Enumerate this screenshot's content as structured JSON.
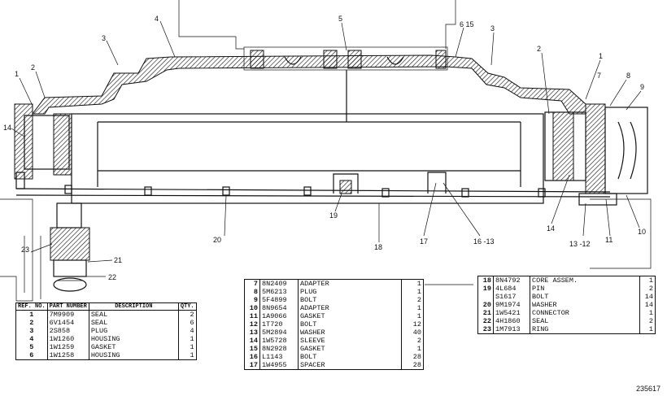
{
  "callouts": {
    "c1a": "1",
    "c2a": "2",
    "c3a": "3",
    "c4": "4",
    "c5": "5",
    "c6": "6 15",
    "c3b": "3",
    "c2b": "2",
    "c1b": "1",
    "c7": "7",
    "c8": "8",
    "c9": "9",
    "c14a": "14",
    "c14b": "14",
    "c20": "20",
    "c19": "19",
    "c18": "18",
    "c17": "17",
    "c16": "16 -13",
    "c13": "13 -12",
    "c11": "11",
    "c10": "10",
    "c23": "23",
    "c21": "21",
    "c22": "22"
  },
  "table_a": {
    "headers": [
      "REF. NO.",
      "PART NUMBER",
      "DESCRIPTION",
      "QTY."
    ],
    "rows": [
      {
        "ref": "1",
        "part": "7M9909",
        "desc": "SEAL",
        "qty": "2"
      },
      {
        "ref": "2",
        "part": "6V1454",
        "desc": "SEAL",
        "qty": "6"
      },
      {
        "ref": "3",
        "part": "2S858",
        "desc": "PLUG",
        "qty": "4"
      },
      {
        "ref": "4",
        "part": "1W1260",
        "desc": "HOUSING",
        "qty": "1"
      },
      {
        "ref": "5",
        "part": "1W1259",
        "desc": "GASKET",
        "qty": "1"
      },
      {
        "ref": "6",
        "part": "1W1258",
        "desc": "HOUSING",
        "qty": "1"
      }
    ]
  },
  "table_b": {
    "rows": [
      {
        "ref": "7",
        "part": "8N2409",
        "desc": "ADAPTER",
        "qty": "1"
      },
      {
        "ref": "8",
        "part": "5M6213",
        "desc": "PLUG",
        "qty": "1"
      },
      {
        "ref": "9",
        "part": "5F4899",
        "desc": "BOLT",
        "qty": "2"
      },
      {
        "ref": "10",
        "part": "8N9654",
        "desc": "ADAPTER",
        "qty": "1"
      },
      {
        "ref": "11",
        "part": "1A9066",
        "desc": "GASKET",
        "qty": "1"
      },
      {
        "ref": "12",
        "part": "1T720",
        "desc": "BOLT",
        "qty": "12"
      },
      {
        "ref": "13",
        "part": "5M2894",
        "desc": "WASHER",
        "qty": "40"
      },
      {
        "ref": "14",
        "part": "1W5728",
        "desc": "SLEEVE",
        "qty": "2"
      },
      {
        "ref": "15",
        "part": "8N2928",
        "desc": "GASKET",
        "qty": "1"
      },
      {
        "ref": "16",
        "part": "L1143",
        "desc": "BOLT",
        "qty": "28"
      },
      {
        "ref": "17",
        "part": "1W4955",
        "desc": "SPACER",
        "qty": "28"
      }
    ]
  },
  "table_c": {
    "rows": [
      {
        "ref": "18",
        "part": "8N4792",
        "desc": "CORE ASSEM.",
        "qty": "1"
      },
      {
        "ref": "19",
        "part": "4L684",
        "desc": "PIN",
        "qty": "2"
      },
      {
        "ref": "",
        "part": "S1617",
        "desc": "BOLT",
        "qty": "14"
      },
      {
        "ref": "20",
        "part": "9M1974",
        "desc": "WASHER",
        "qty": "14"
      },
      {
        "ref": "21",
        "part": "1W5421",
        "desc": "CONNECTOR",
        "qty": "1"
      },
      {
        "ref": "22",
        "part": "4H1860",
        "desc": "SEAL",
        "qty": "2"
      },
      {
        "ref": "23",
        "part": "1M7913",
        "desc": "RING",
        "qty": "1"
      }
    ]
  },
  "drawing_number": "235617"
}
